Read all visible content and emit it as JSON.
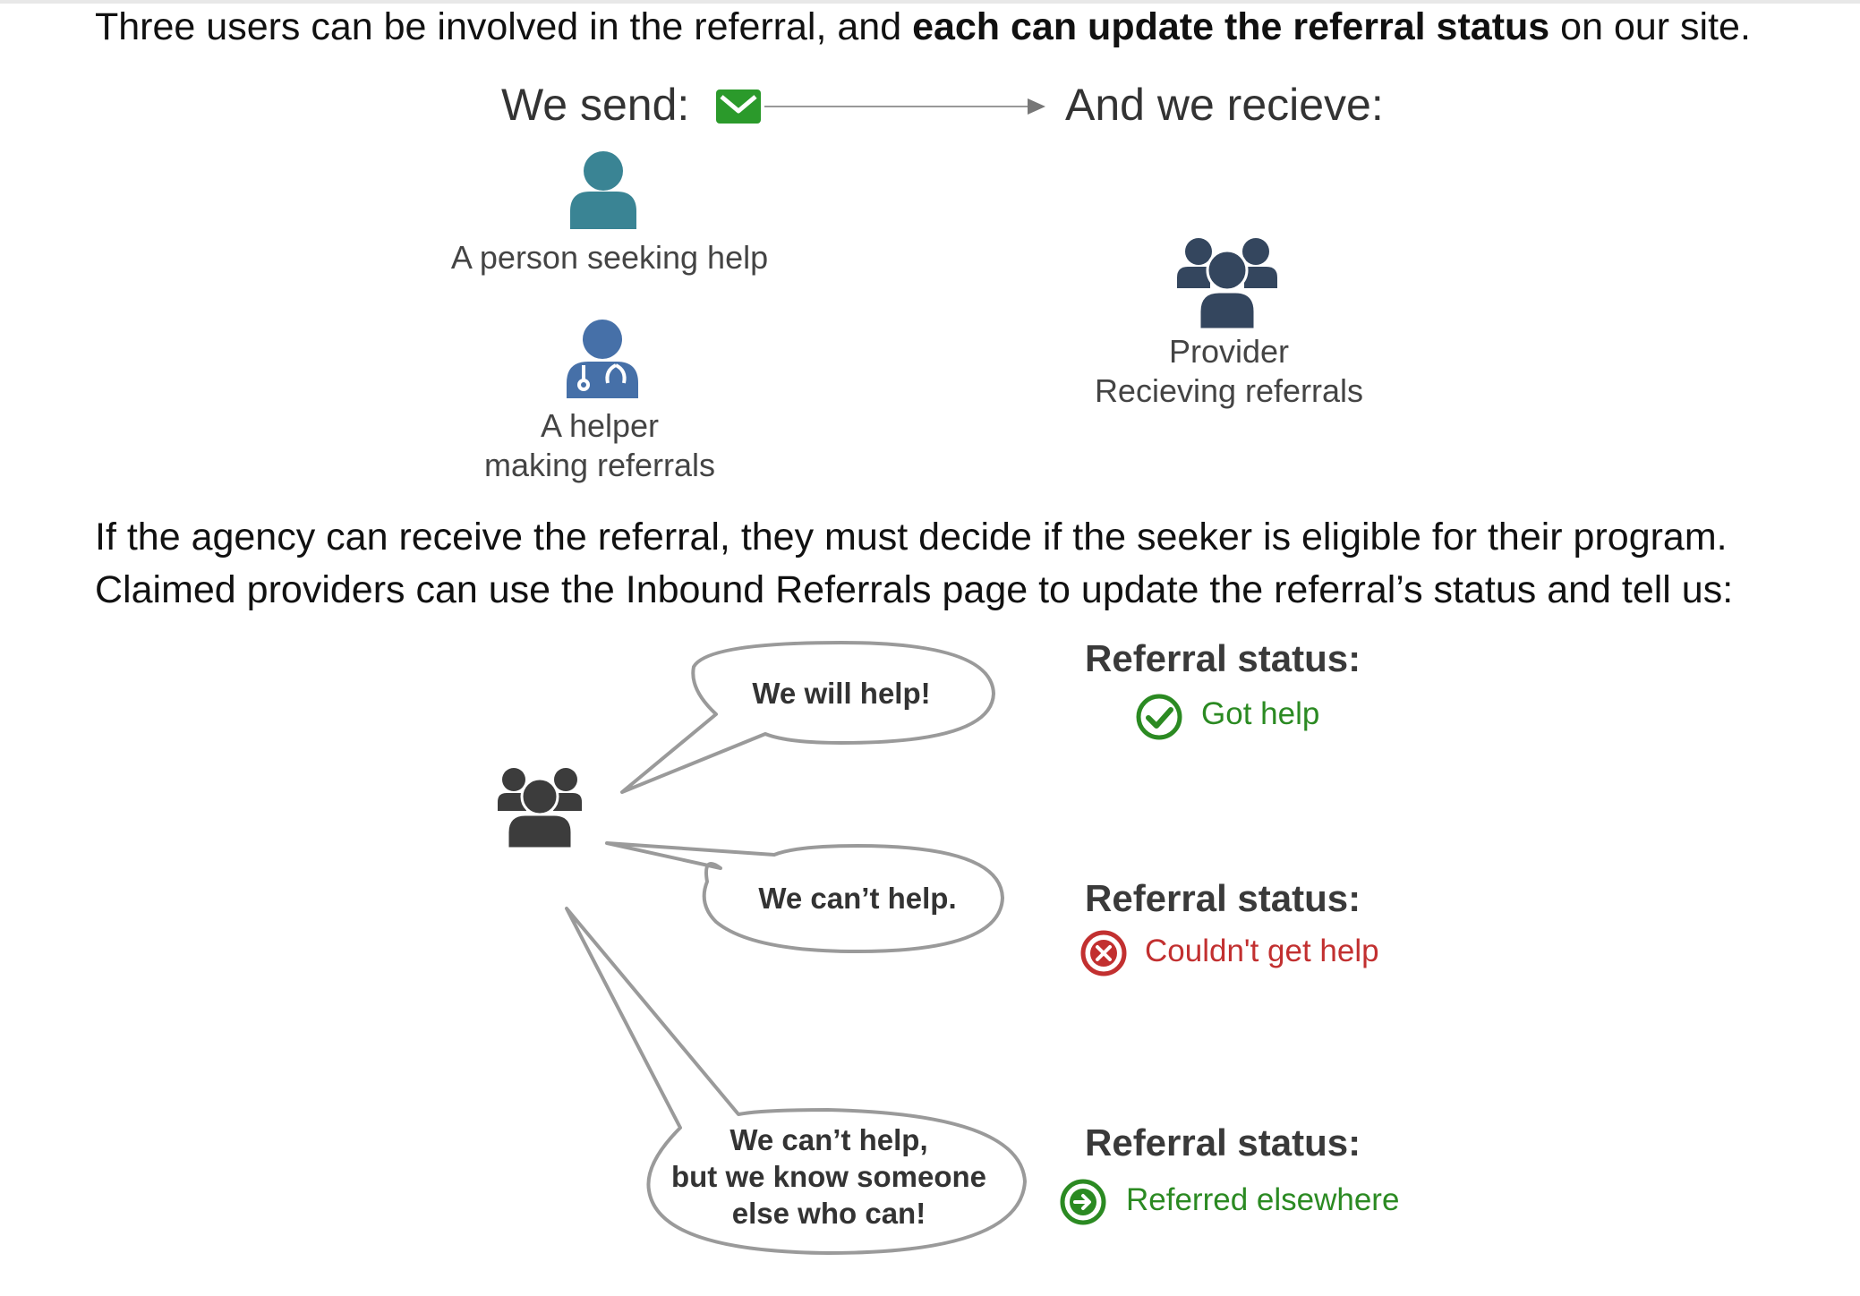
{
  "intro": {
    "prefix": "Three users can be involved in the referral, and ",
    "bold": "each can update the referral status",
    "suffix": " on our site."
  },
  "flow": {
    "send_label": "We send:",
    "receive_label": "And we recieve:",
    "email_icon": "envelope-icon",
    "seeker": "A person seeking help",
    "helper_line1": "A helper",
    "helper_line2": "making referrals",
    "provider_line1": "Provider",
    "provider_line2": "Recieving referrals"
  },
  "para2": {
    "line1": "If the agency can receive the referral, they must decide if the seeker is eligible for their program.",
    "line2": "Claimed providers can use the Inbound Referrals page to update the referral’s status and tell us:"
  },
  "responses": [
    {
      "bubble": [
        "We will help!"
      ],
      "status_title": "Referral status:",
      "status_text": "Got help",
      "status_icon": "check-circle-icon",
      "color": "#2b8a22"
    },
    {
      "bubble": [
        "We can’t help."
      ],
      "status_title": "Referral status:",
      "status_text": "Couldn't get help",
      "status_icon": "x-circle-icon",
      "color": "#c23030"
    },
    {
      "bubble": [
        "We can’t help,",
        "but we know someone",
        "else who can!"
      ],
      "status_title": "Referral status:",
      "status_text": "Referred elsewhere",
      "status_icon": "arrow-circle-icon",
      "color": "#2b8a22"
    }
  ],
  "colors": {
    "email_green": "#2b9a2b",
    "seeker_teal": "#3a8494",
    "helper_blue": "#4670a8",
    "provider_navy": "#34465e",
    "group_dark": "#3c3c3c"
  }
}
